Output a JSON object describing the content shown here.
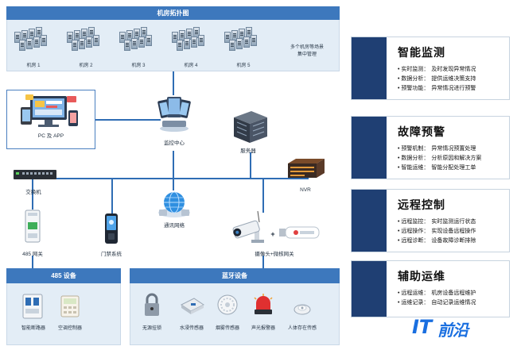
{
  "top_panel": {
    "title": "机房拓扑图",
    "rooms": [
      "机房 1",
      "机房 2",
      "机房 3",
      "机房 4",
      "机房 5"
    ],
    "multi_room_note_line1": "多个机房等场景",
    "multi_room_note_line2": "集中管理"
  },
  "nodes": {
    "pc_app": "PC 及 APP",
    "monitor_center": "监控中心",
    "server": "服务器",
    "switch": "交换机",
    "nvr": "NVR",
    "network": "通讯网络",
    "gateway_485": "485 网关",
    "access_control": "门禁系统",
    "camera_gateway": "摄像头+微核网关",
    "plus": "+"
  },
  "panel_485": {
    "title": "485 设备",
    "devices": [
      "智能断路器",
      "空调控制器"
    ]
  },
  "panel_bt": {
    "title": "蓝牙设备",
    "devices": [
      "无源挂锁",
      "水浸传感器",
      "烟雾传感器",
      "声光报警器",
      "人体存在传感"
    ]
  },
  "cards": [
    {
      "title": "智能监测",
      "items": [
        {
          "key": "实时监测：",
          "value": "及时发现异常情况"
        },
        {
          "key": "数据分析：",
          "value": "提供运维决策支持"
        },
        {
          "key": "预警功能：",
          "value": "异常情况进行预警"
        }
      ]
    },
    {
      "title": "故障预警",
      "items": [
        {
          "key": "预警机制：",
          "value": "异常情况预置处理"
        },
        {
          "key": "数据分析：",
          "value": "分析原因和解决方案"
        },
        {
          "key": "智能运维：",
          "value": "智能分配处理工单"
        }
      ]
    },
    {
      "title": "远程控制",
      "items": [
        {
          "key": "远程监控：",
          "value": "实时监测运行状态"
        },
        {
          "key": "远程操作：",
          "value": "实现设备远程操作"
        },
        {
          "key": "远程诊断：",
          "value": "设备故障诊断排除"
        }
      ]
    },
    {
      "title": "辅助运维",
      "items": [
        {
          "key": "远程运维：",
          "value": "机房设备远程维护"
        },
        {
          "key": "运维记录：",
          "value": "自动记录运维情况"
        }
      ]
    }
  ],
  "logo": {
    "it": "IT",
    "cn": "前沿"
  },
  "colors": {
    "accent": "#3d78bd",
    "line": "#2f6db4",
    "card_stripe": "#1f3f73",
    "panel_bg": "#e3edf6",
    "logo": "#1a6fe0"
  }
}
